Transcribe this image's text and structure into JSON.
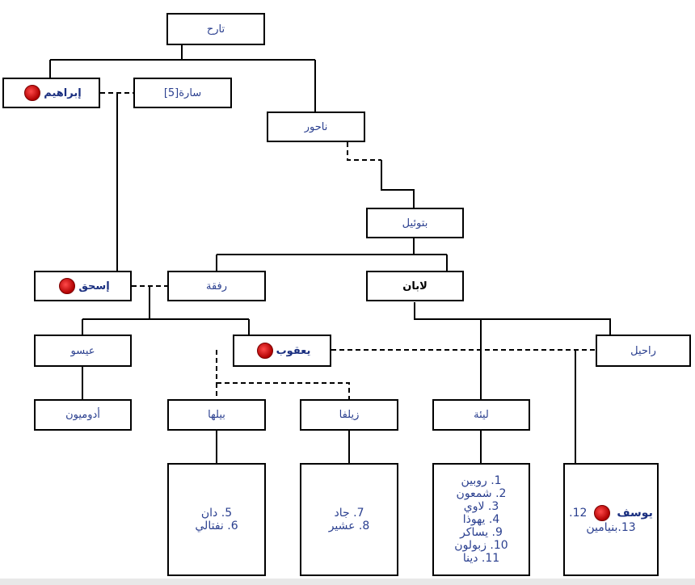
{
  "diagram": {
    "terah": "تارح",
    "abraham": "إبراهيم",
    "sarah": "سارة[5]",
    "nahor": "ناحور",
    "bethuel": "بتوئيل",
    "isaac": "إسحق",
    "rebekah": "رفقة",
    "laban": "لابان",
    "esau": "عيسو",
    "jacob": "يعقوب",
    "rachel": "راحيل",
    "edomites": "أدوميون",
    "bilhah": "بيلها",
    "zilpah": "زيلفا",
    "leah": "ليئة",
    "bilhah_children": [
      "5. دان",
      "6. نفتالي"
    ],
    "zilpah_children": [
      "7. جاد",
      "8. عشير"
    ],
    "leah_children": [
      "1. روبين",
      "2. شمعون",
      "3. لاوي",
      "4. يهوذا",
      "9. يساكر",
      "10. زبولون",
      "11. دينا"
    ],
    "rachel_children": {
      "joseph_num": "12.",
      "joseph": "يوسف",
      "benjamin": "13.بنيامين"
    }
  },
  "colors": {
    "text": "#2a3f8f",
    "seal": "#c00000"
  }
}
